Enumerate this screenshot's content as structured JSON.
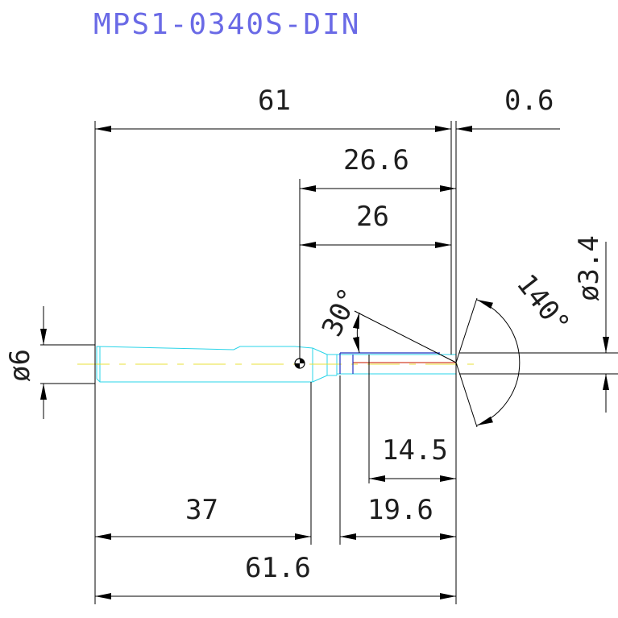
{
  "title": "MPS1-0340S-DIN",
  "dimensions": {
    "overall_length": "61",
    "tip_offset": "0.6",
    "shoulder_length_a": "26.6",
    "shoulder_length_b": "26",
    "body_length": "37",
    "total_length": "61.6",
    "flute_length": "14.5",
    "neck_length": "19.6",
    "shank_diameter": "ø6",
    "tip_diameter": "ø3.4",
    "angle_small": "30°",
    "point_angle": "140°"
  },
  "colors": {
    "dimension_lines": "#000000",
    "tool_outline": "#2ad4e8",
    "centerline": "#e8e23a",
    "title_text": "#6a6ae6",
    "cutting_edge": "#d4402a",
    "flute_edge": "#2030c0"
  }
}
